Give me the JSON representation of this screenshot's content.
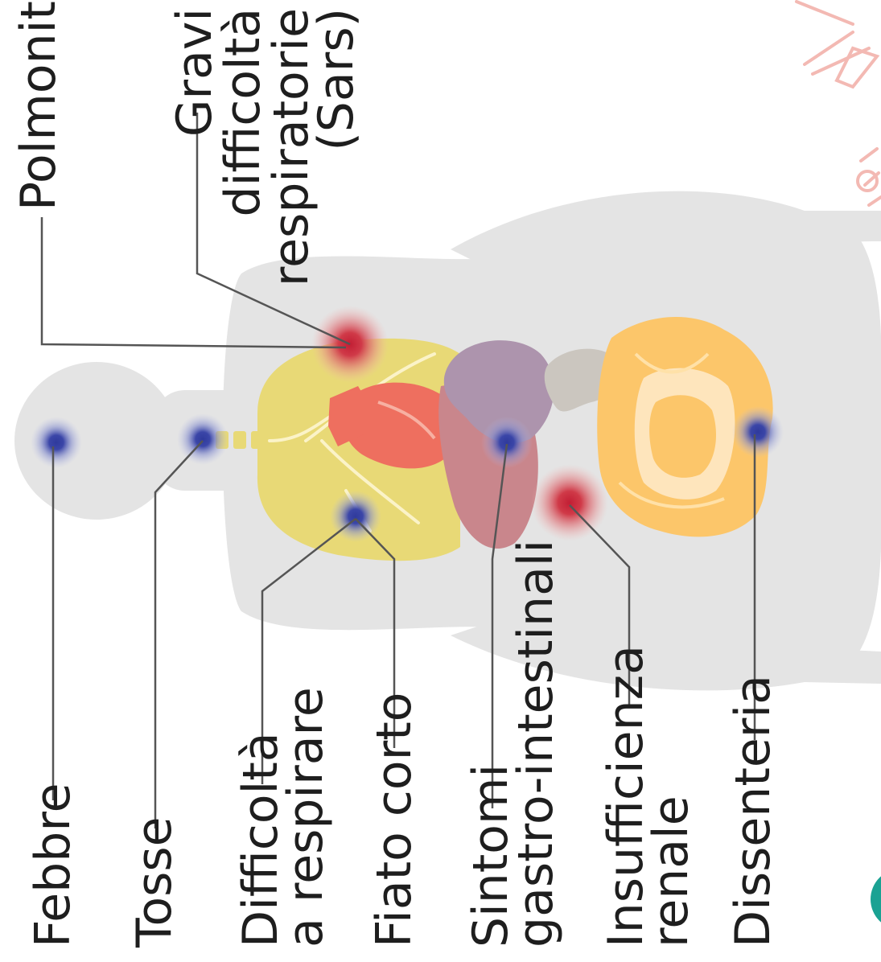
{
  "symptoms": {
    "polmonite": "Polmonite",
    "gravi_line1": "Gravi",
    "gravi_line2": "difficoltà",
    "gravi_line3": "respiratorie",
    "gravi_line4": "(Sars)",
    "febbre": "Febbre",
    "tosse": "Tosse",
    "difficolta_line1": "Difficoltà",
    "difficolta_line2": "a respirare",
    "fiato_corto": "Fiato corto",
    "sintomi_line1": "Sintomi",
    "sintomi_line2": "gastro-intestinali",
    "insufficienza_line1": "Insufficienza",
    "insufficienza_line2": "renale",
    "dissenteria": "Dissenteria"
  },
  "colors": {
    "body": "#e4e4e4",
    "lungs": "#e8d976",
    "heart": "#ee6f5f",
    "liver": "#c9868c",
    "stomach": "#ad94ad",
    "intestine": "#fcc66a",
    "severe_marker": "#c9303e",
    "mild_marker": "#3b46a8",
    "accent": "#1aa293"
  }
}
